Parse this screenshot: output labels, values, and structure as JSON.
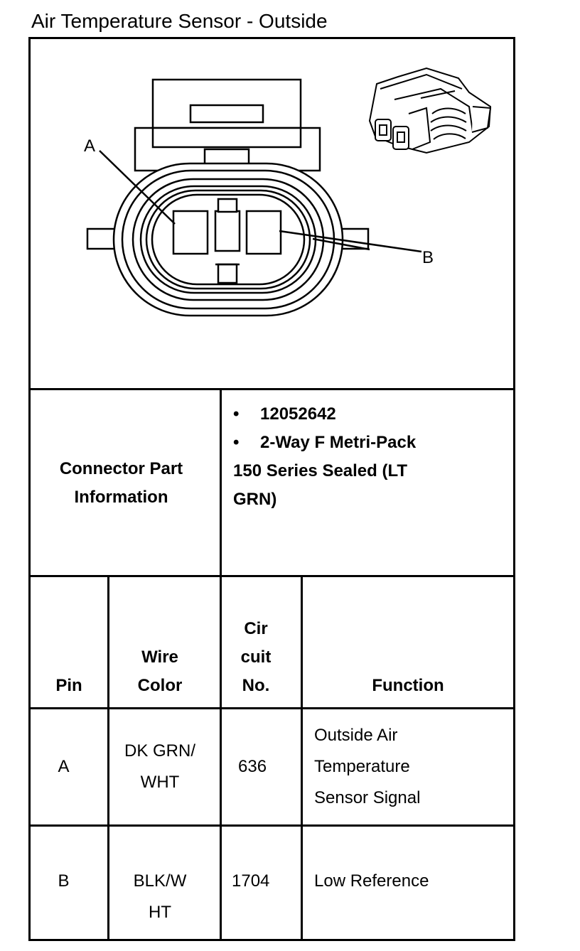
{
  "title": "Air Temperature Sensor - Outside",
  "diagram": {
    "label_a": "A",
    "label_b": "B"
  },
  "connector": {
    "heading": "Connector Part Information",
    "bullets": [
      "12052642",
      "2-Way F Metri-Pack"
    ],
    "continuation": "150 Series Sealed (LT GRN)"
  },
  "table": {
    "headers": {
      "pin": "Pin",
      "wire_color": "Wire Color",
      "circuit_no": "Cir cuit No.",
      "function": "Function"
    },
    "rows": [
      {
        "pin": "A",
        "wire_color": "DK GRN/ WHT",
        "circuit": "636",
        "function": "Outside Air Temperature Sensor Signal"
      },
      {
        "pin": "B",
        "wire_color": "BLK/W HT",
        "circuit": "1704",
        "function": "Low Reference"
      }
    ]
  }
}
